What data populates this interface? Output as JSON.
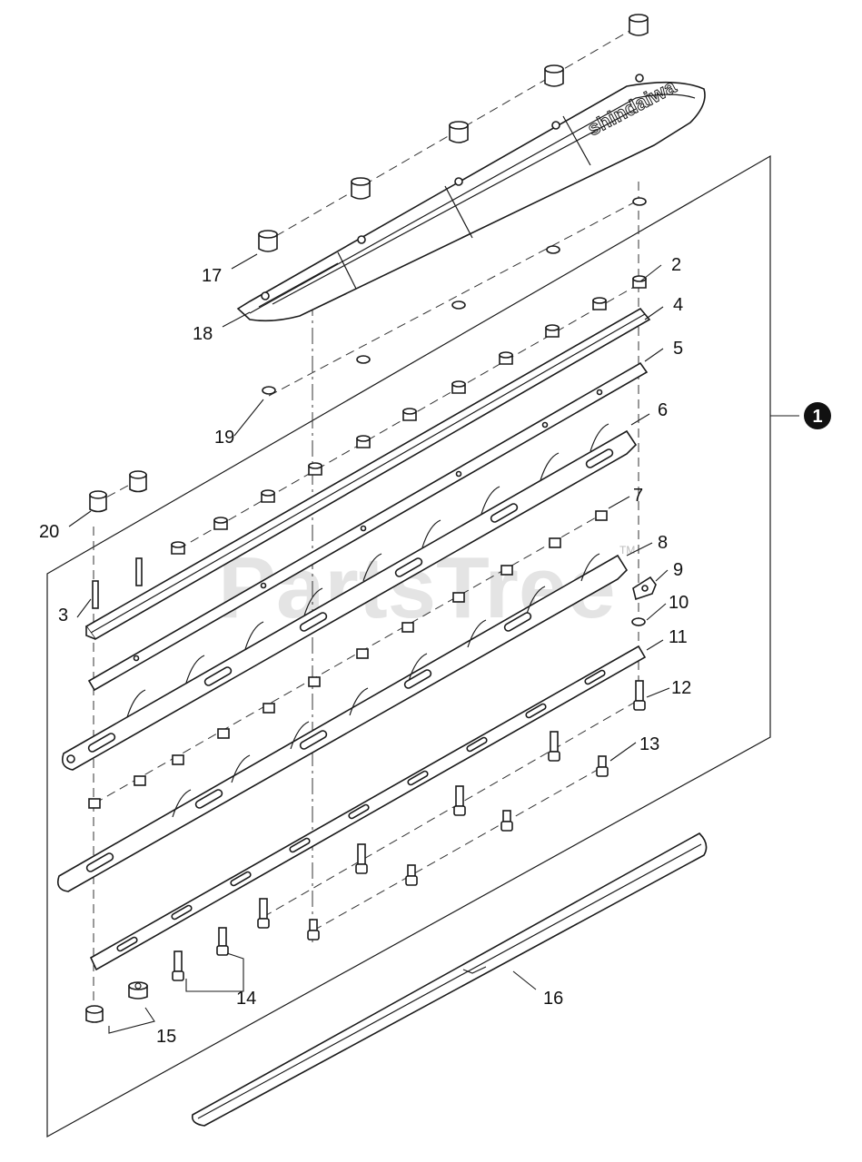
{
  "watermark": {
    "text": "PartsTree",
    "trademark": "TM"
  },
  "assembly_callout": "1",
  "labels": {
    "l2": "2",
    "l3": "3",
    "l4": "4",
    "l5": "5",
    "l6": "6",
    "l7": "7",
    "l8": "8",
    "l9": "9",
    "l10": "10",
    "l11": "11",
    "l12": "12",
    "l13": "13",
    "l14": "14",
    "l15": "15",
    "l16": "16",
    "l17": "17",
    "l18": "18",
    "l19": "19",
    "l20": "20"
  },
  "guard_logo_text": "shindaiwa"
}
